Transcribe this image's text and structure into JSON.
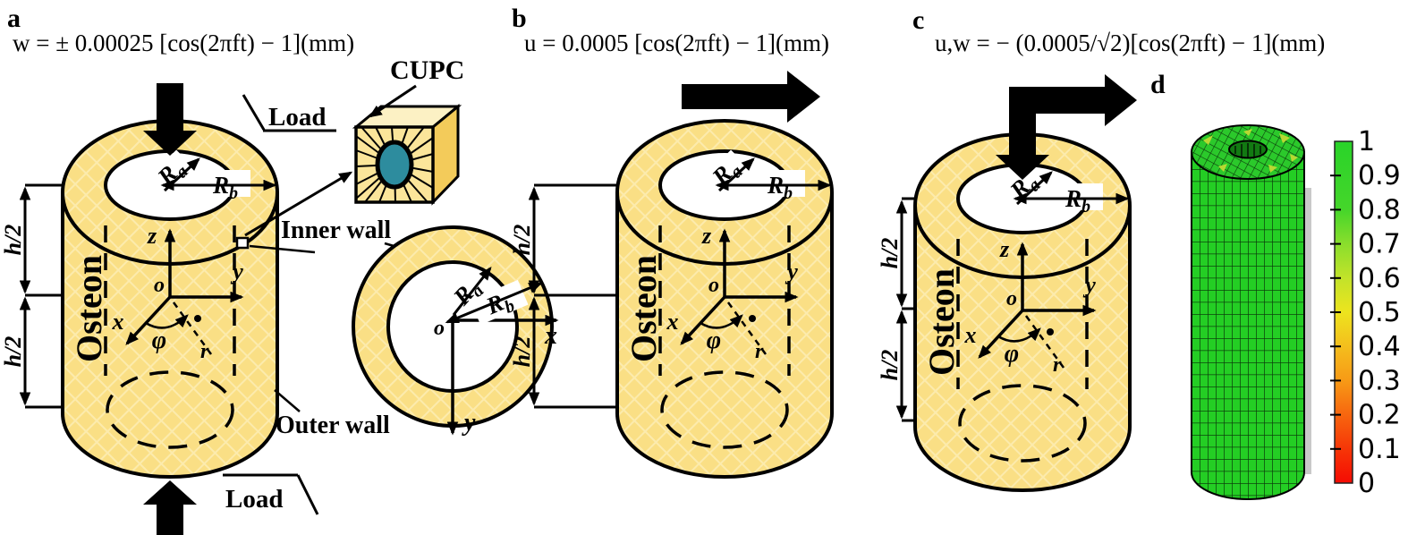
{
  "figure": {
    "panels": [
      {
        "id": "a",
        "label": "a",
        "equation": "w = ± 0.00025 [cos(2πft) − 1](mm)",
        "load_top": "Load",
        "load_bottom": "Load"
      },
      {
        "id": "b",
        "label": "b",
        "equation": "u = 0.0005 [cos(2πft) − 1](mm)"
      },
      {
        "id": "c",
        "label": "c",
        "equation": "u,w = − (0.0005/√2)[cos(2πft) − 1](mm)"
      },
      {
        "id": "d",
        "label": "d"
      }
    ],
    "cylinder": {
      "material": "Osteon",
      "half_height": "h/2",
      "axes": {
        "x": "x",
        "y": "y",
        "z": "z",
        "origin": "o",
        "angle": "φ",
        "radial": "r"
      },
      "radii": {
        "inner_base": "R",
        "inner_sub": "a",
        "outer_base": "R",
        "outer_sub": "b"
      }
    },
    "inset": {
      "cupc": "CUPC",
      "inner_wall": "Inner wall",
      "outer_wall": "Outer wall"
    },
    "cross_section": {
      "axis_x": "x",
      "axis_y": "y",
      "origin": "o"
    },
    "colorbar": {
      "max": 1,
      "min": 0,
      "tick_labels": [
        "1",
        "0.9",
        "0.8",
        "0.7",
        "0.6",
        "0.5",
        "0.4",
        "0.3",
        "0.2",
        "0.1",
        "0"
      ],
      "gradient": [
        {
          "v": 1.0,
          "color": "#29D329"
        },
        {
          "v": 0.8,
          "color": "#45D62A"
        },
        {
          "v": 0.7,
          "color": "#8ADE2C"
        },
        {
          "v": 0.6,
          "color": "#C2E32A"
        },
        {
          "v": 0.5,
          "color": "#EDE41E"
        },
        {
          "v": 0.4,
          "color": "#F4BE1D"
        },
        {
          "v": 0.3,
          "color": "#F79A16"
        },
        {
          "v": 0.2,
          "color": "#F7660F"
        },
        {
          "v": 0.1,
          "color": "#F63607"
        },
        {
          "v": 0.0,
          "color": "#F50B03"
        }
      ]
    },
    "colors": {
      "background": "#FFFFFF",
      "outline": "#000000",
      "osteon_fill": "#FADF85",
      "osteon_lattice": "#FCEBAD",
      "cube_front": "#FBE59A",
      "cube_top": "#FCF1C4",
      "cube_side": "#F3CB5A",
      "canal_teal": "#2D8C9E",
      "mesh_green": "#24CE24",
      "mesh_top_green": "#2BC92B",
      "mesh_line": "#0B3B0B",
      "canal_hole_green": "#127A12",
      "shadow_gray": "#C9C9C9"
    }
  }
}
